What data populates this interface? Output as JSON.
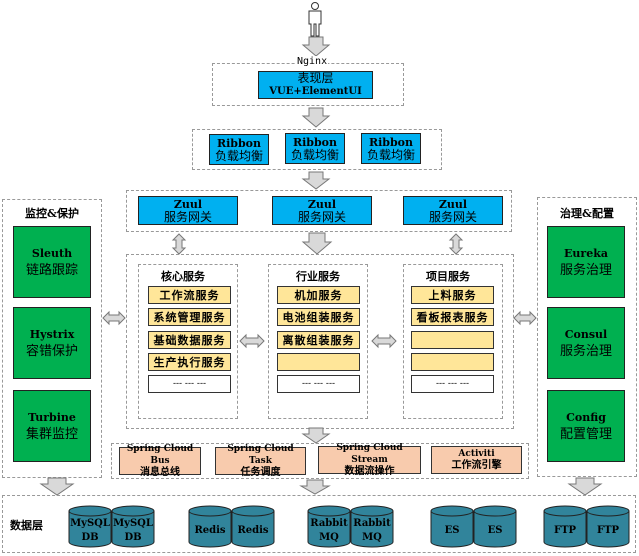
{
  "user_icon": "person-icon",
  "nginx": {
    "label": "Nginx"
  },
  "presentation": {
    "title": "表现层",
    "subtitle": "VUE+ElementUI"
  },
  "ribbon": [
    {
      "en": "Ribbon",
      "zh": "负载均衡"
    },
    {
      "en": "Ribbon",
      "zh": "负载均衡"
    },
    {
      "en": "Ribbon",
      "zh": "负载均衡"
    }
  ],
  "zuul": [
    {
      "en": "Zuul",
      "zh": "服务网关"
    },
    {
      "en": "Zuul",
      "zh": "服务网关"
    },
    {
      "en": "Zuul",
      "zh": "服务网关"
    }
  ],
  "monitor": {
    "title": "监控&保护",
    "items": [
      {
        "en": "Sleuth",
        "zh": "链路跟踪"
      },
      {
        "en": "Hystrix",
        "zh": "容错保护"
      },
      {
        "en": "Turbine",
        "zh": "集群监控"
      }
    ]
  },
  "governance": {
    "title": "治理&配置",
    "items": [
      {
        "en": "Eureka",
        "zh": "服务治理"
      },
      {
        "en": "Consul",
        "zh": "服务治理"
      },
      {
        "en": "Config",
        "zh": "配置管理"
      }
    ]
  },
  "services": [
    {
      "title": "核心服务",
      "items": [
        "工作流服务",
        "系统管理服务",
        "基础数据服务",
        "生产执行服务",
        "--- --- ---"
      ]
    },
    {
      "title": "行业服务",
      "items": [
        "机加服务",
        "电池组装服务",
        "离散组装服务",
        "",
        "--- --- ---"
      ]
    },
    {
      "title": "项目服务",
      "items": [
        "上料服务",
        "看板报表服务",
        "",
        "",
        "--- --- ---"
      ]
    }
  ],
  "spring": [
    {
      "en": "Spring Cloud Bus",
      "zh": "消息总线"
    },
    {
      "en": "Spring Cloud Task",
      "zh": "任务调度"
    },
    {
      "en": "Spring Cloud Stream",
      "zh": "数据流操作"
    },
    {
      "en": "Activiti",
      "zh": "工作流引擎"
    }
  ],
  "data_layer": {
    "title": "数据层",
    "stores": [
      {
        "l1": "MySQL",
        "l2": "DB"
      },
      {
        "l1": "MySQL",
        "l2": "DB"
      },
      {
        "l1": "Redis",
        "l2": ""
      },
      {
        "l1": "Redis",
        "l2": ""
      },
      {
        "l1": "Rabbit",
        "l2": "MQ"
      },
      {
        "l1": "Rabbit",
        "l2": "MQ"
      },
      {
        "l1": "ES",
        "l2": ""
      },
      {
        "l1": "ES",
        "l2": ""
      },
      {
        "l1": "FTP",
        "l2": ""
      },
      {
        "l1": "FTP",
        "l2": ""
      }
    ]
  },
  "colors": {
    "blue": "#00b0f0",
    "green": "#00b050",
    "yellow": "#ffe699",
    "peach": "#f8cbad",
    "db": "#31849b",
    "arrow": "#d9d9d9"
  }
}
